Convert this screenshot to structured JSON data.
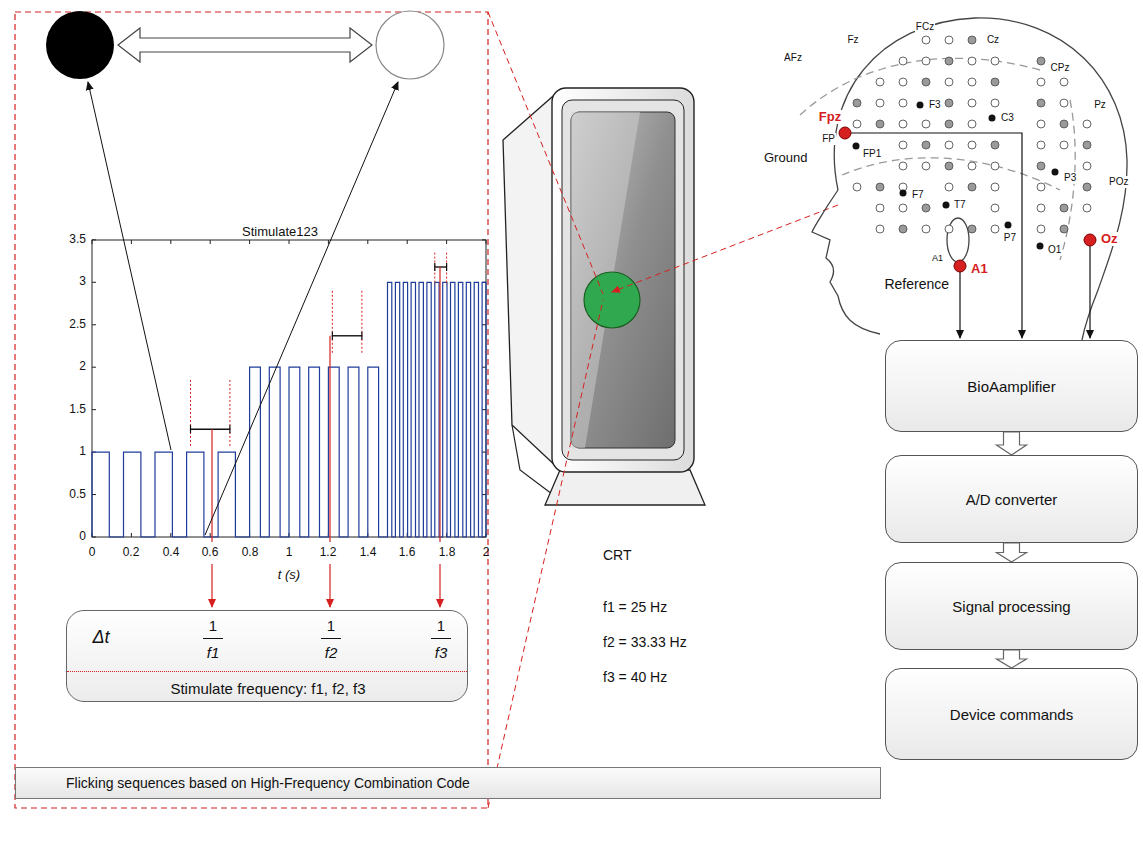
{
  "diagram": {
    "nodes": [
      {
        "text": [
          "Δt",
          "1",
          "f1",
          "1",
          "f2",
          "1",
          "f3",
          "Stimulate frequency: f1, f2, f3"
        ]
      },
      {
        "text": [
          "Flicking sequences based on High-Frequency Combination Code"
        ]
      },
      {
        "text": [
          "BioAamplifier"
        ]
      },
      {
        "text": [
          "A/D converter"
        ]
      },
      {
        "text": [
          "Signal processing"
        ]
      },
      {
        "text": [
          "Device commands"
        ]
      }
    ],
    "edges": [
      {
        "from": 2,
        "to": 3,
        "arrow": "to"
      },
      {
        "from": 3,
        "to": 4,
        "arrow": "to"
      },
      {
        "from": 4,
        "to": 5,
        "arrow": "to"
      }
    ],
    "labels": [
      "Stimulate123",
      "3.5",
      "3",
      "2.5",
      "2",
      "1.5",
      "1",
      "0.5",
      "0",
      "0",
      "0.2",
      "0.4",
      "0.6",
      "0.8",
      "1",
      "1.2",
      "1.4",
      "1.6",
      "1.8",
      "2",
      "t (s)",
      "CRT",
      "f1 = 25 Hz",
      "f2 = 33.33 Hz",
      "f3 = 40 Hz",
      "Fz",
      "FCz",
      "Cz",
      "CPz",
      "Pz",
      "AFz",
      "F3",
      "C3",
      "Fpz",
      "FP",
      "Ground",
      "FP1",
      "F7",
      "T7",
      "P3",
      "POz",
      "P7",
      "O1",
      "Oz",
      "A1",
      "A1",
      "Reference"
    ]
  }
}
